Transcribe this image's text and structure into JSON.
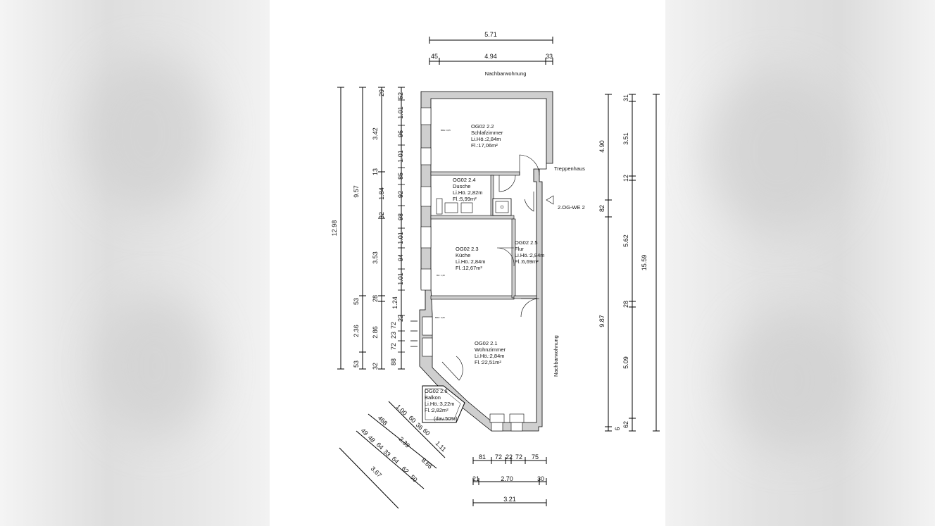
{
  "plan": {
    "neighbor_top": "Nachbarwohnung",
    "neighbor_right": "Nachbarwohnung",
    "stairwell": "Treppenhaus",
    "entrance": "2.OG-WE 2"
  },
  "rooms": {
    "schlafzimmer": {
      "id": "OG02  2.2",
      "name": "Schlafzimmer",
      "height": "Li.Hö.:2,84m",
      "area": "Fl.:17,06m²"
    },
    "dusche": {
      "id": "OG02  2.4",
      "name": "Dusche",
      "height": "Li.Hö.:2,82m",
      "area": "Fl.:5,99m²"
    },
    "kueche": {
      "id": "OG02  2.3",
      "name": "Küche",
      "height": "Li.Hö.:2,84m",
      "area": "Fl.:12,67m²"
    },
    "flur": {
      "id": "OG02  2.5",
      "name": "Flur",
      "height": "Li.Hö.:2,84m",
      "area": "Fl.:6,69m²"
    },
    "wohnzimmer": {
      "id": "OG02  2.1",
      "name": "Wohnzimmer",
      "height": "Li.Hö.:2,84m",
      "area": "Fl.:22,51m²"
    },
    "balkon": {
      "id": "OG02  2.6",
      "name": "Balkon",
      "height": "Li.Hö.:3,22m",
      "area": "Fl.:2,82m²",
      "note": "(dav.50%)"
    }
  },
  "dims": {
    "top_total": "5.71",
    "top_left": "45",
    "top_mid": "4.94",
    "top_right": "33",
    "left_overall": "12.98",
    "left_b_upper": "9.57",
    "left_b_mid": "53",
    "left_b_2": "2.36",
    "left_b_3": "53",
    "left_c_1": "3.42",
    "left_c_2": "13",
    "left_c_3": "3.53",
    "left_c_4": "28",
    "left_c_5": "2.86",
    "left_c_6": "32",
    "left_d": [
      "29",
      "52",
      "1.01",
      "96",
      "1.01",
      "85",
      "1.84",
      "92",
      "32",
      "98",
      "1.01",
      "94",
      "1.01",
      "1.24",
      "72",
      "23",
      "72",
      "88"
    ],
    "left_d_upper_extra": "22",
    "right_a": "15.59",
    "right_b_1": "31",
    "right_b_2": "3.51",
    "right_b_3": "12",
    "right_b_4": "5.62",
    "right_b_5": "28",
    "right_b_6": "5.09",
    "right_b_7": "62",
    "right_c_1": "4.90",
    "right_c_2": "82",
    "right_c_3": "9.87",
    "right_c_4": "6",
    "bottom_1": [
      "81",
      "72",
      "22",
      "72",
      "75"
    ],
    "bottom_2_left": "21",
    "bottom_2_mid": "2.70",
    "bottom_2_right": "30",
    "bottom_3": "3.21",
    "diag_1": [
      "1.00",
      "60",
      "36",
      "60"
    ],
    "diag_1_total": "1.11",
    "diag_2": [
      "468"
    ],
    "diag_2_total": "2.39",
    "diag_3": [
      "49",
      "48",
      "64",
      "33",
      "64",
      "62",
      "50"
    ],
    "diag_3_b": "8.66",
    "diag_4": "3.67"
  },
  "windows": {
    "w1": "BRH: 0,65",
    "w2": "RH: 1,20",
    "w3": "BRH: 0,65"
  }
}
